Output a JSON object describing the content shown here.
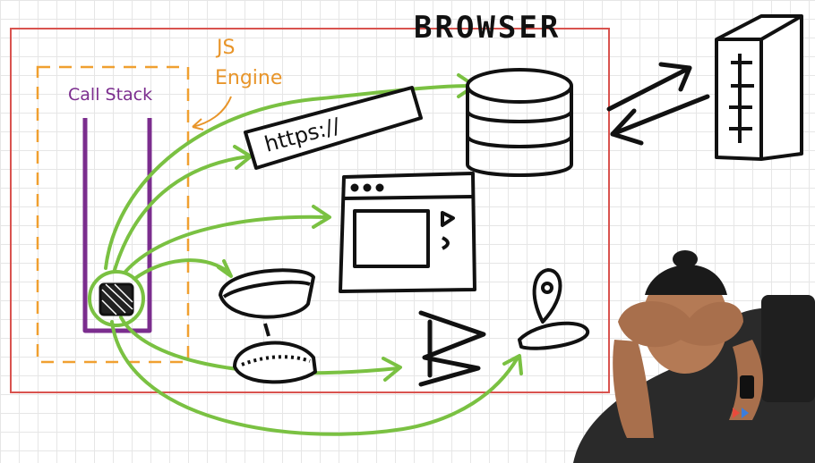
{
  "diagram": {
    "title": "BROWSER",
    "call_stack_label": "Call Stack",
    "js_engine_label_line1": "JS",
    "js_engine_label_line2": "Engine",
    "url_text": "https://",
    "colors": {
      "browser_border": "#d9534f",
      "js_engine_border": "#f0a030",
      "js_engine_text": "#e8952a",
      "call_stack": "#7b2d8e",
      "arrows": "#7ac142",
      "ink": "#111111",
      "grid": "#e6e6e6"
    },
    "icons": [
      "database-icon",
      "server-icon",
      "browser-window-icon",
      "hourglass-icon",
      "bluetooth-icon",
      "location-pin-icon"
    ]
  }
}
